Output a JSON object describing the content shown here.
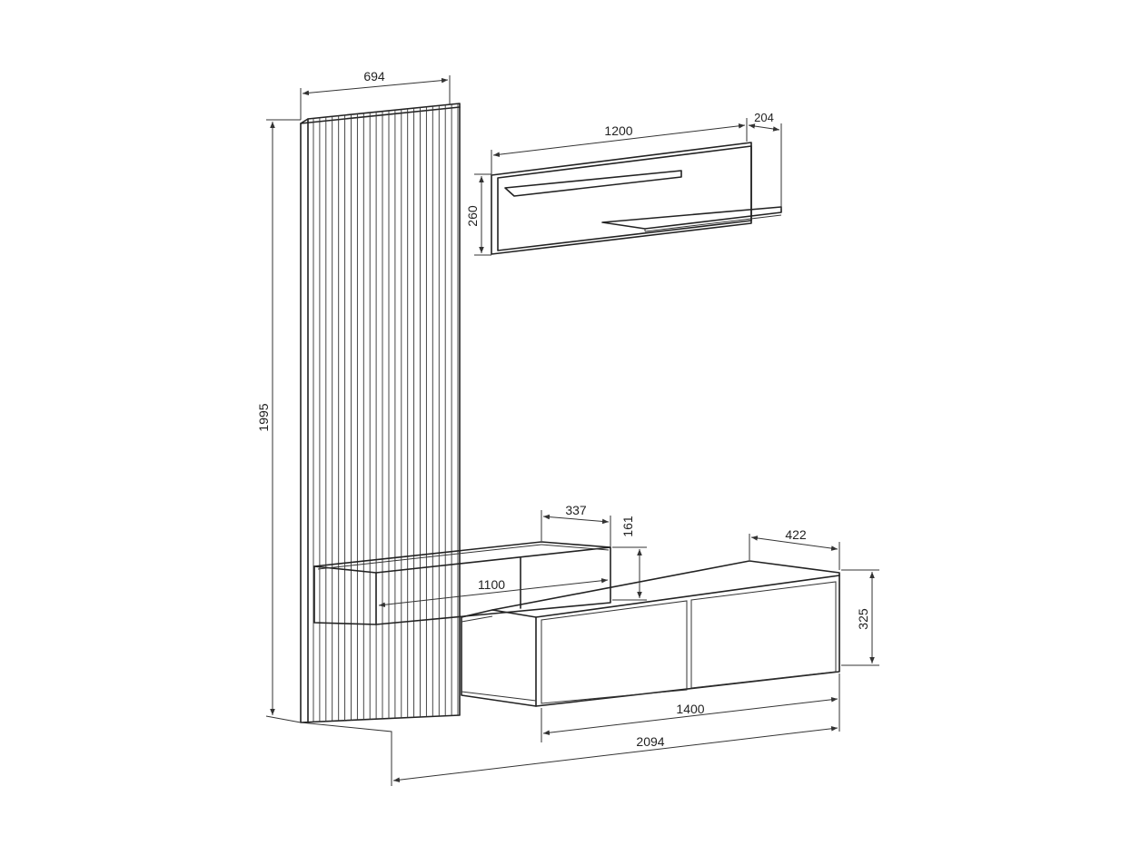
{
  "dimensions": {
    "panel_width": "694",
    "panel_height": "1995",
    "shelf_width": "1200",
    "shelf_depth": "204",
    "shelf_height": "260",
    "small_cabinet_depth": "337",
    "small_cabinet_height": "161",
    "small_cabinet_width": "1100",
    "tv_unit_depth": "422",
    "tv_unit_height": "325",
    "tv_unit_width": "1400",
    "total_width": "2094"
  }
}
